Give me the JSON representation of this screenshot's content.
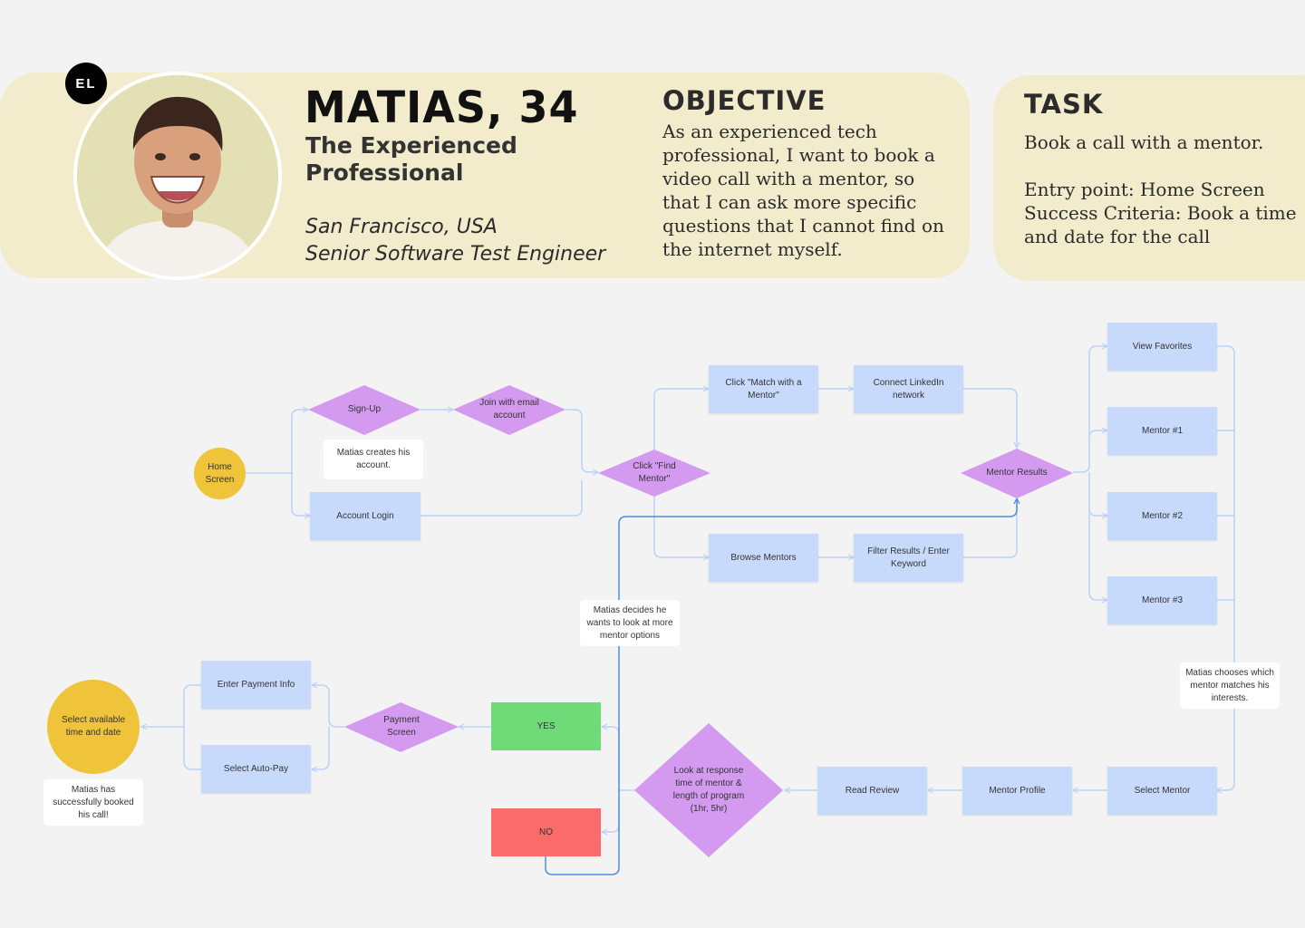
{
  "persona": {
    "initials": "EL",
    "name": "MATIAS, 34",
    "subtitle": "The Experienced Professional",
    "location": "San Francisco, USA",
    "role": "Senior Software Test Engineer"
  },
  "objective": {
    "title": "OBJECTIVE",
    "lines": [
      "As an experienced tech",
      "professional, I want to book a",
      "video call with a mentor, so",
      "that I can ask more specific",
      "questions that I cannot find on",
      "the internet myself."
    ]
  },
  "task": {
    "title": "TASK",
    "goal": "Book a call with a mentor.",
    "lines": [
      "Entry point: Home Screen",
      "Success Criteria: Book a time",
      "and date for the call"
    ]
  },
  "flow": {
    "home": [
      "Home",
      "Screen"
    ],
    "signup": "Sign-Up",
    "join": [
      "Join with email",
      "account"
    ],
    "note_creates": [
      "Matias creates his",
      "account."
    ],
    "login": "Account Login",
    "find": [
      "Click \"Find",
      "Mentor\""
    ],
    "match": [
      "Click \"Match with a",
      "Mentor\""
    ],
    "linkedin": [
      "Connect LinkedIn",
      "network"
    ],
    "browse": "Browse Mentors",
    "filter": [
      "Filter Results / Enter",
      "Keyword"
    ],
    "results": "Mentor Results",
    "favorites": "View Favorites",
    "mentor1": "Mentor #1",
    "mentor2": "Mentor #2",
    "mentor3": "Mentor #3",
    "note_chooses": [
      "Matias chooses which",
      "mentor matches his",
      "interests."
    ],
    "select_mentor": "Select Mentor",
    "profile": "Mentor Profile",
    "review": "Read Review",
    "look": [
      "Look at response",
      "time of mentor &",
      "length of program",
      "(1hr, 5hr)"
    ],
    "yes": "YES",
    "no": "NO",
    "note_decides": [
      "Matias decides he",
      "wants to look at more",
      "mentor options"
    ],
    "payment": [
      "Payment",
      "Screen"
    ],
    "enter_payment": "Enter Payment Info",
    "autopay": "Select Auto-Pay",
    "select_time": [
      "Select available",
      "time and date"
    ],
    "note_booked": [
      "Matias has",
      "successfully booked",
      "his call!"
    ]
  },
  "colors": {
    "banner": "#f2ebcc",
    "process": "#c7dafc",
    "decision": "#d39af0",
    "terminal": "#efc43a",
    "yes": "#6edb78",
    "no": "#fa6b6b",
    "connector": "#b9d2f7",
    "loop": "#4a90e2"
  }
}
